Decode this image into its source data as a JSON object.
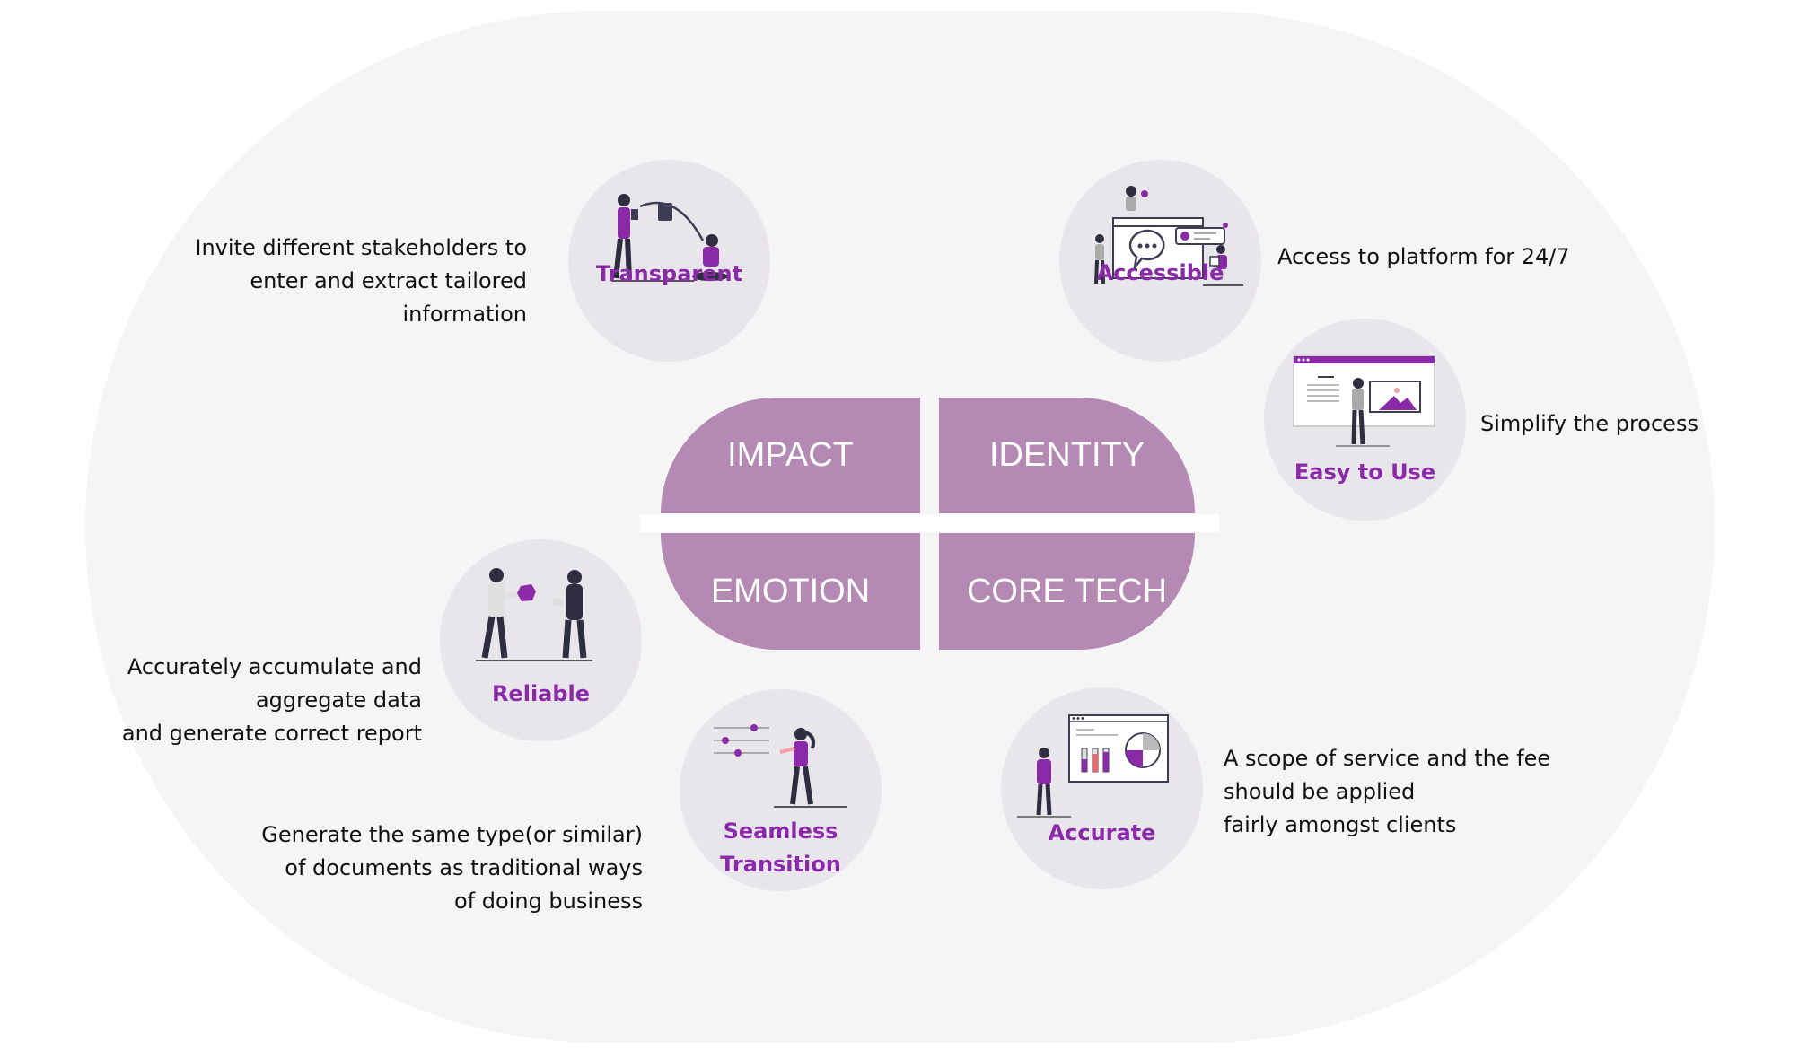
{
  "center": {
    "impact": "IMPACT",
    "identity": "IDENTITY",
    "emotion": "EMOTION",
    "core_tech": "CORE TECH"
  },
  "features": {
    "transparent": {
      "label": "Transparent",
      "desc": [
        "Invite different stakeholders to",
        "enter and extract tailored",
        "information"
      ]
    },
    "accessible": {
      "label": "Accessible",
      "desc": [
        "Access to platform for 24/7"
      ]
    },
    "easy": {
      "label": "Easy to Use",
      "desc": [
        "Simplify the process"
      ]
    },
    "reliable": {
      "label": "Reliable",
      "desc": [
        "Accurately accumulate and",
        "aggregate data",
        "and generate correct report"
      ]
    },
    "seamless": {
      "label_line1": "Seamless",
      "label_line2": "Transition",
      "desc": [
        "Generate the same type(or similar)",
        "of documents as traditional ways",
        "of doing business"
      ]
    },
    "accurate": {
      "label": "Accurate",
      "desc": [
        "A scope of service and the fee",
        "should be applied",
        "fairly amongst clients"
      ]
    }
  },
  "colors": {
    "accent": "#8b2aa8",
    "quadrant": "#b489b3",
    "circle": "#e8e6eb",
    "background_oval": "#f5f5f5"
  }
}
